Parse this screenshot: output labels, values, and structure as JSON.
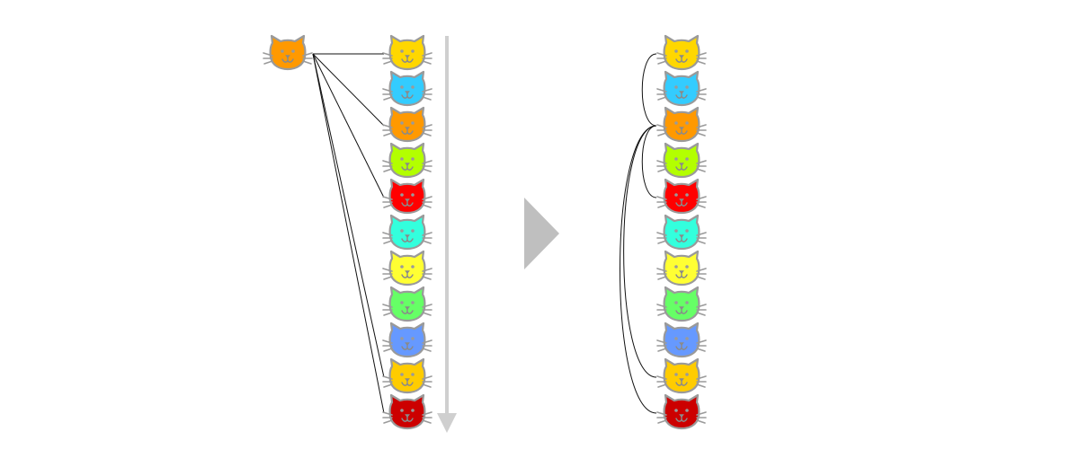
{
  "colors": {
    "background": "#ffffff",
    "cat_outline": "#9a9a9a",
    "edge": "#111111",
    "time_arrow": "#cfcfcf",
    "transform_arrow": "#bfbfbf"
  },
  "source_cat": {
    "color": "#ff9900",
    "icon": "cat-face-icon"
  },
  "cat_column": [
    {
      "color": "#ffd700"
    },
    {
      "color": "#33ccff"
    },
    {
      "color": "#ff9900"
    },
    {
      "color": "#b3ff00"
    },
    {
      "color": "#ff0000"
    },
    {
      "color": "#33ffdd"
    },
    {
      "color": "#ffff33"
    },
    {
      "color": "#66ff66"
    },
    {
      "color": "#6699ff"
    },
    {
      "color": "#ffcc00"
    },
    {
      "color": "#cc0000"
    }
  ],
  "left_links": [
    0,
    2,
    4,
    9,
    10
  ],
  "right_links": [
    {
      "from": 2,
      "to": 0
    },
    {
      "from": 2,
      "to": 4
    },
    {
      "from": 2,
      "to": 9
    },
    {
      "from": 2,
      "to": 10
    }
  ]
}
